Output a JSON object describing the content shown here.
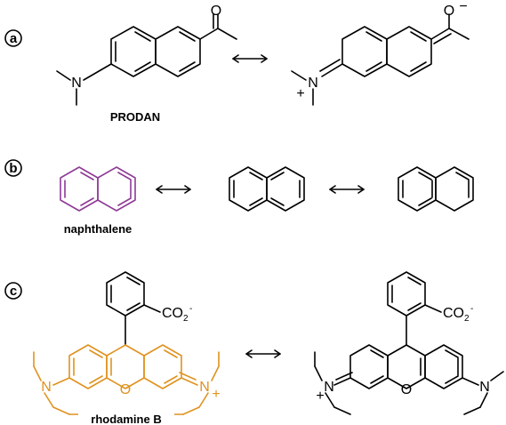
{
  "panels": {
    "a": {
      "label": "a",
      "caption": "PRODAN"
    },
    "b": {
      "label": "b",
      "caption": "naphthalene"
    },
    "c": {
      "label": "c",
      "caption": "rhodamine B"
    }
  },
  "atoms": {
    "oxygen": "O",
    "nitrogen": "N",
    "plus": "+",
    "minus": "−",
    "carboxylate_base": "CO",
    "carboxylate_sub": "2",
    "carboxylate_sup": "-"
  },
  "colors": {
    "ink": "#000000",
    "naphthalene_highlight": "#8e3a96",
    "rhodamine_highlight": "#e0921e"
  }
}
